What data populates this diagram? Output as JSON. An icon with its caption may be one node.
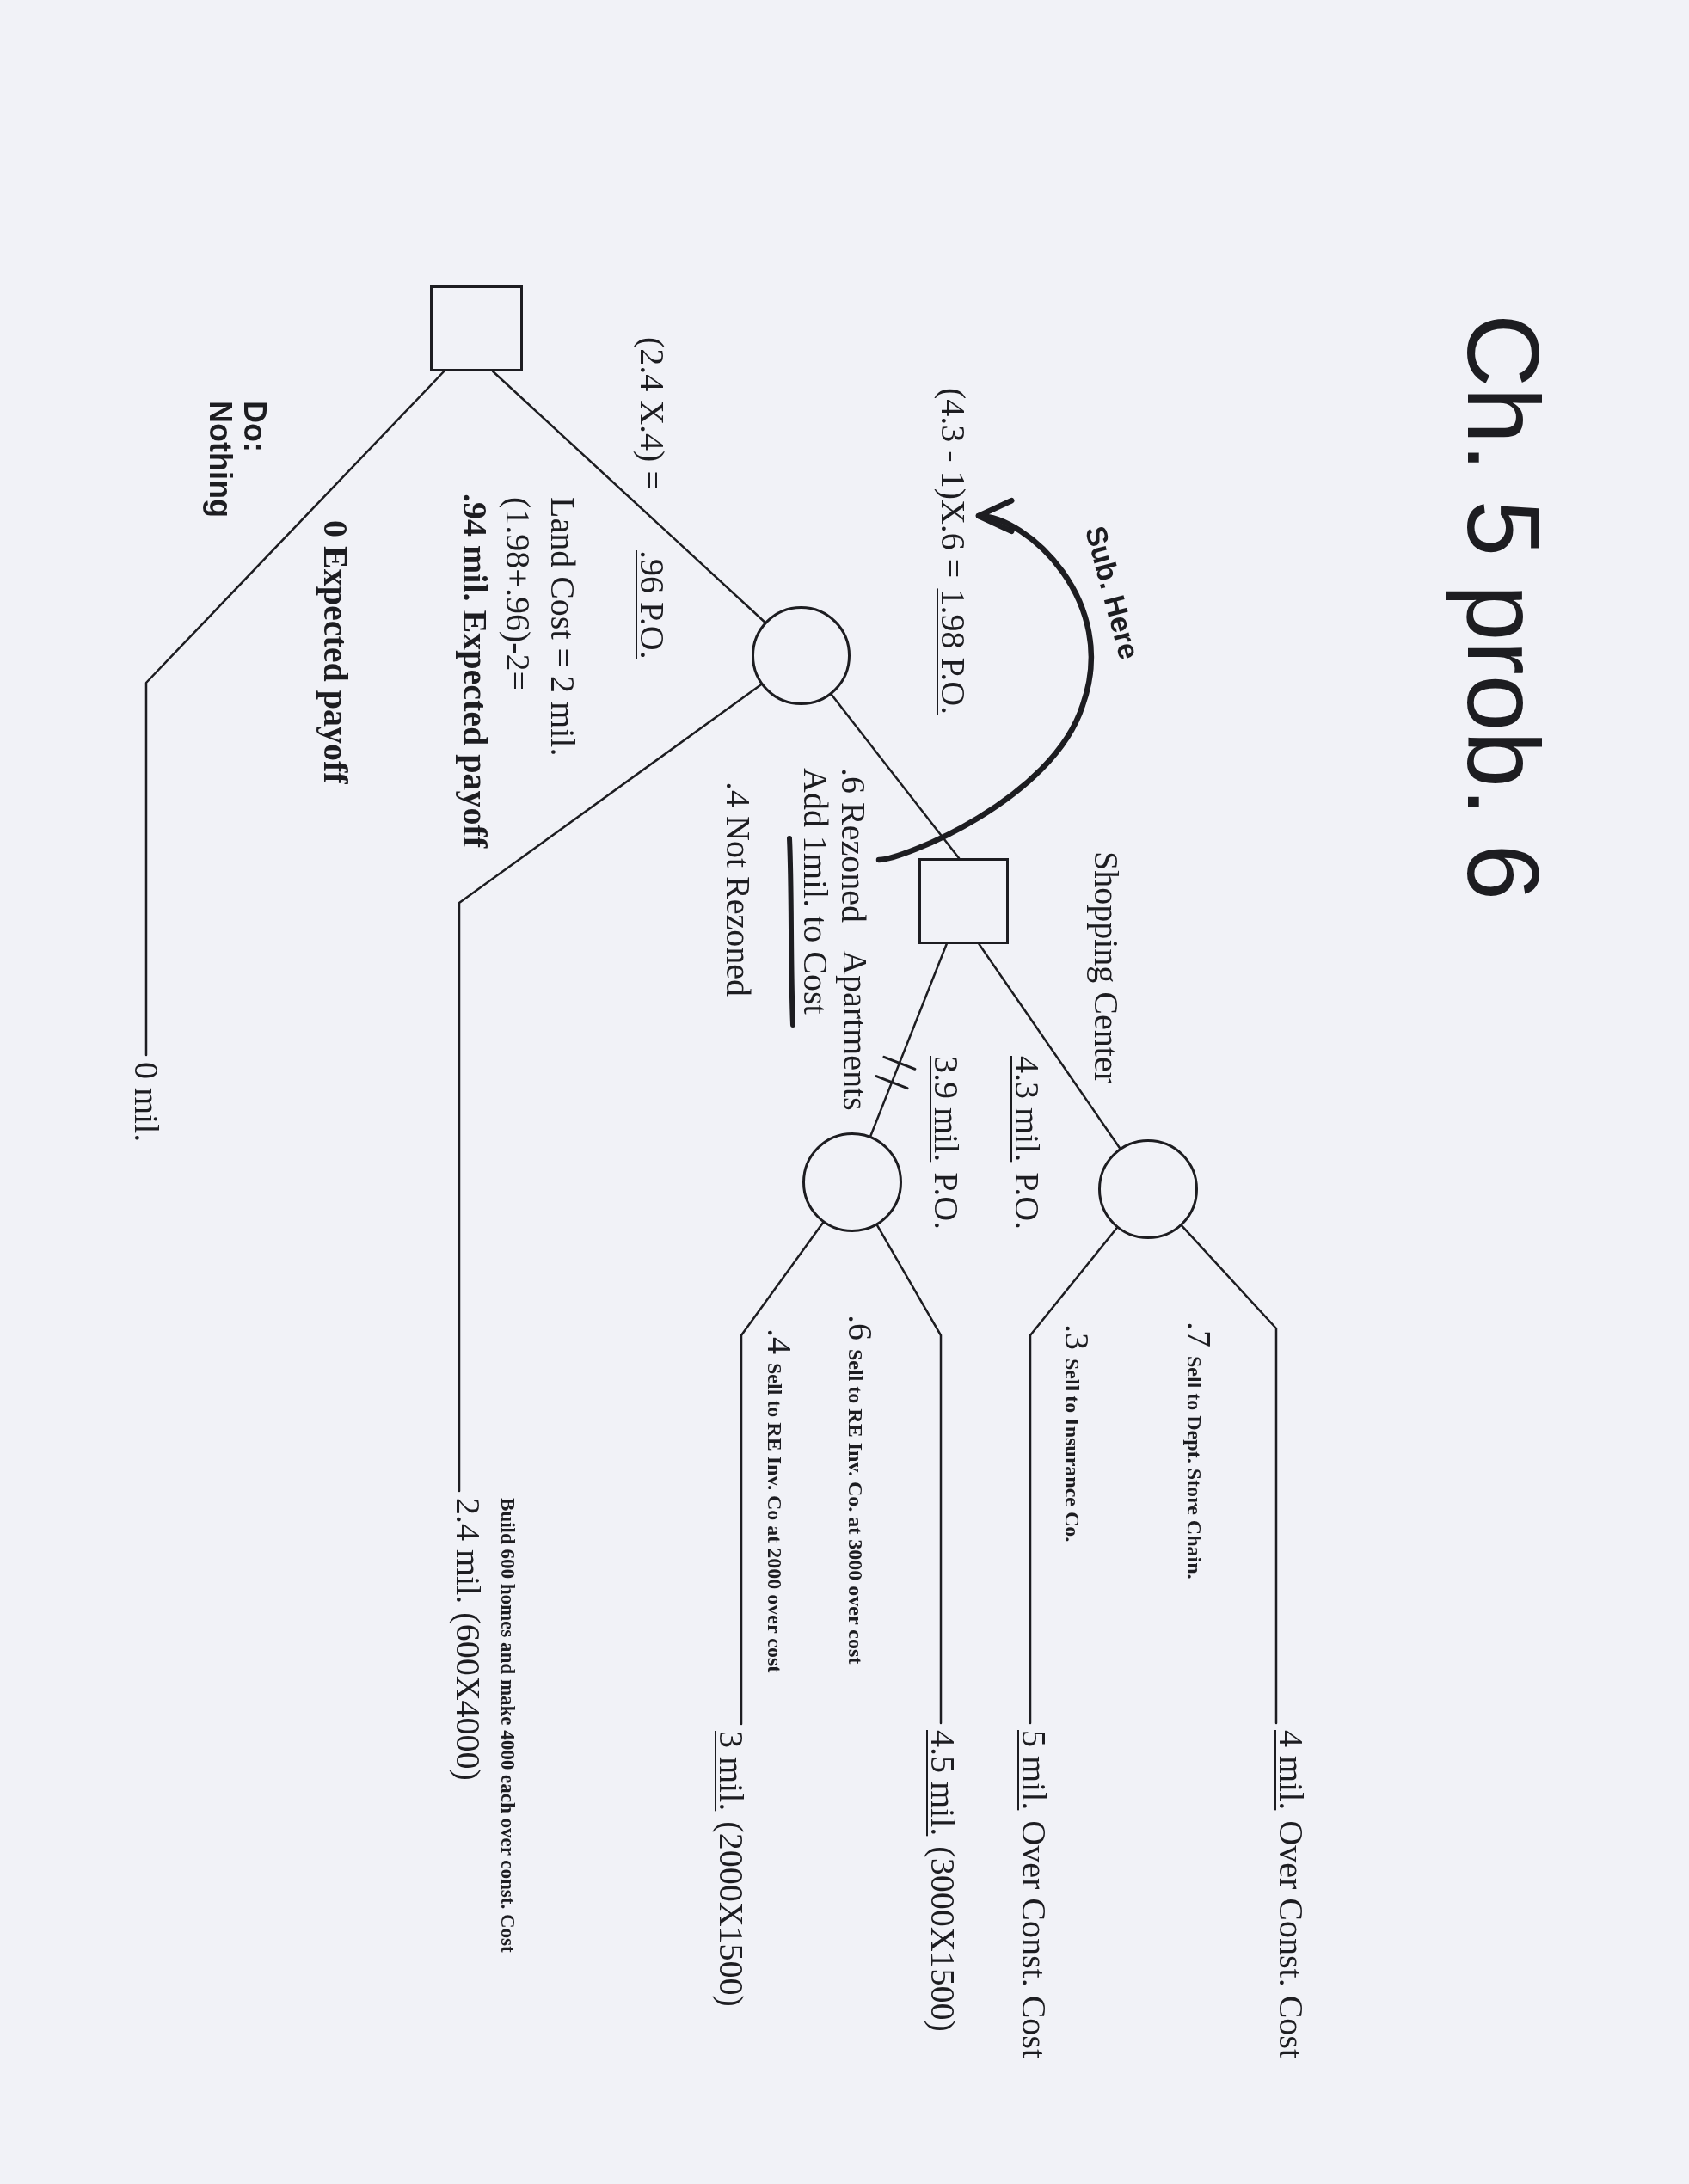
{
  "diagram": {
    "title": "Ch. 5 prob. 6",
    "nodes": [
      {
        "text": [],
        "shape": "box"
      },
      {
        "text": [],
        "shape": "circle"
      },
      {
        "text": [],
        "shape": "box"
      },
      {
        "text": [],
        "shape": "circle"
      },
      {
        "text": [],
        "shape": "circle"
      },
      {
        "text": [
          "4 mil.",
          "Over Const. Cost"
        ]
      },
      {
        "text": [
          "5 mil.",
          "Over Const. Cost"
        ]
      },
      {
        "text": [
          "4.5 mil.",
          "(3000X1500)"
        ]
      },
      {
        "text": [
          "3 mil.",
          "(2000X1500)"
        ]
      },
      {
        "text": [
          "Build 600 homes and make 4000 each over const. Cost",
          "2.4 mil. (600X4000)"
        ]
      },
      {
        "text": [
          "0 mil."
        ]
      },
      {
        "text": [
          "(4.3 - 1)X.6 =",
          "1.98 P.O."
        ]
      },
      {
        "text": [
          ".6 Rezoned",
          "Add 1mil. to Cost"
        ]
      }
    ],
    "edges": [
      {
        "from": 0,
        "to": 1,
        "arrow": "none"
      },
      {
        "from": 0,
        "to": 10,
        "arrow": "none",
        "label": "Do: Nothing"
      },
      {
        "from": 1,
        "to": 2,
        "arrow": "none"
      },
      {
        "from": 1,
        "to": 9,
        "arrow": "none",
        "label": ".4 Not Rezoned"
      },
      {
        "from": 2,
        "to": 3,
        "arrow": "none",
        "label": "Shopping Center"
      },
      {
        "from": 2,
        "to": 4,
        "arrow": "none",
        "label": "Apartments"
      },
      {
        "from": 3,
        "to": 5,
        "arrow": "none",
        "label": ".7 **Sell to Dept. Store Chain.**"
      },
      {
        "from": 3,
        "to": 6,
        "arrow": "none",
        "label": ".3 **Sell to Insurance Co.**"
      },
      {
        "from": 4,
        "to": 7,
        "arrow": "none",
        "label": ".6 **Sell to RE Inv. Co. at 3000 over cost**"
      },
      {
        "from": 4,
        "to": 8,
        "arrow": "none",
        "label": ".4 **Sell to RE Inv. Co at 2000 over cost**"
      },
      {
        "from": 12,
        "to": 11,
        "arrow": "to",
        "label": "Sub. Here",
        "style": "thick"
      }
    ],
    "labels": [
      "(2.4 X.4) =",
      ".96 P.O.",
      "Land Cost = 2 mil.",
      "(1.98+.96)-2=",
      ".94 mil. Expected payoff",
      "0 Expected payoff",
      "4.3 mil.",
      "P.O.",
      "3.9 mil.",
      "P.O."
    ]
  }
}
